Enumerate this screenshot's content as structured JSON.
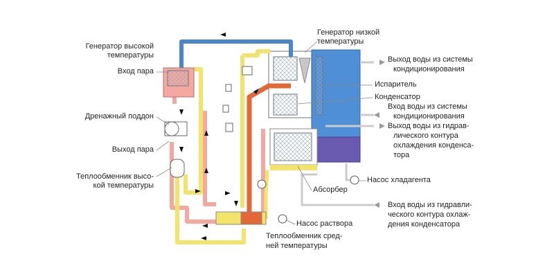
{
  "labels": {
    "hp_generator_1": "Генератор высокой",
    "hp_generator_2": "температуры",
    "steam_in": "Вход пара",
    "drain_pan": "Дренажный поддон",
    "steam_out": "Выход пара",
    "hp_exchanger_1": "Теплообменник высо-",
    "hp_exchanger_2": "кой температуры",
    "lp_generator_1": "Генератор низкой",
    "lp_generator_2": "температуры",
    "ac_out_1": "Выход воды из системы",
    "ac_out_2": "кондиционирования",
    "evaporator": "Испаритель",
    "condenser": "Конденсатор",
    "ac_in_1": "Вход воды из системы",
    "ac_in_2": "кондиционирования",
    "cool_out_1": "Выход воды из гидрав-",
    "cool_out_2": "лического контура",
    "cool_out_3": "охлаждения конденса-",
    "cool_out_4": "тора",
    "refrigerant_pump": "Насос хладагента",
    "absorber": "Абсорбер",
    "cool_in_1": "Вход воды из гидравли-",
    "cool_in_2": "ческого контура охлаж-",
    "cool_in_3": "дения конденсатора",
    "solution_pump": "Насос раствора",
    "mid_exchanger_1": "Теплообменник сред-",
    "mid_exchanger_2": "ней температуры"
  },
  "colors": {
    "hot_solution": "#f4a8a0",
    "weak_solution": "#f2e36a",
    "refrigerant_vapor": "#4a86c8",
    "strong_solution": "#e2683a",
    "cooling_water": "#d8d8d8",
    "evaporator_fill": "#4f8fd6",
    "absorber_fill": "#6a5bb0"
  }
}
